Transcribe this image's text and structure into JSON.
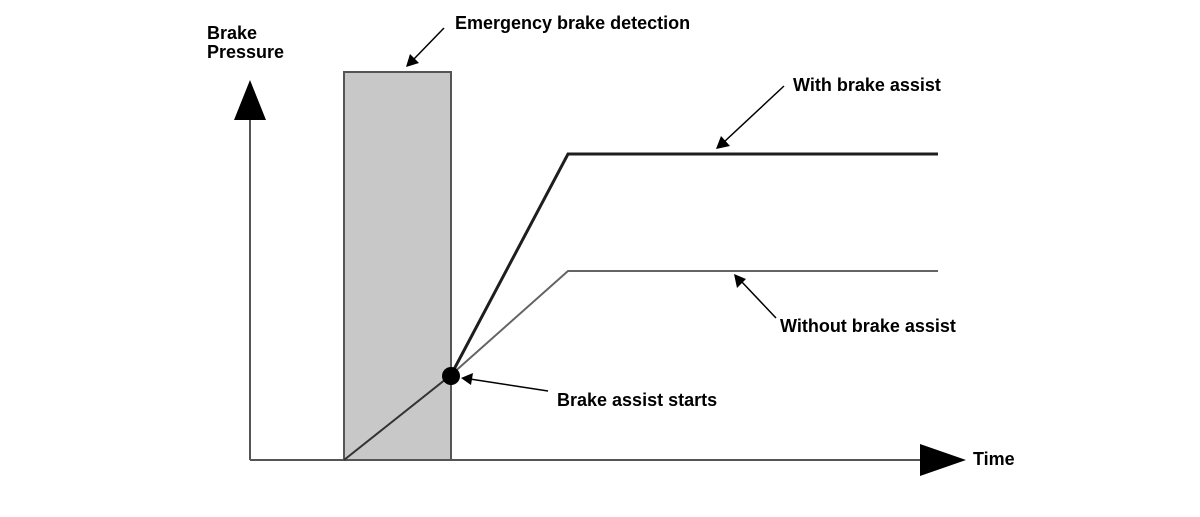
{
  "axes": {
    "y_label_line1": "Brake",
    "y_label_line2": "Pressure",
    "x_label": "Time"
  },
  "annotations": {
    "detection": "Emergency brake detection",
    "with_assist": "With brake assist",
    "without_assist": "Without brake assist",
    "assist_start": "Brake assist starts"
  },
  "colors": {
    "detection_band": "#c8c8c8",
    "with_assist_line": "#1e1e1e",
    "without_assist_line": "#646464",
    "axis": "#555555",
    "marker": "#000000"
  }
}
